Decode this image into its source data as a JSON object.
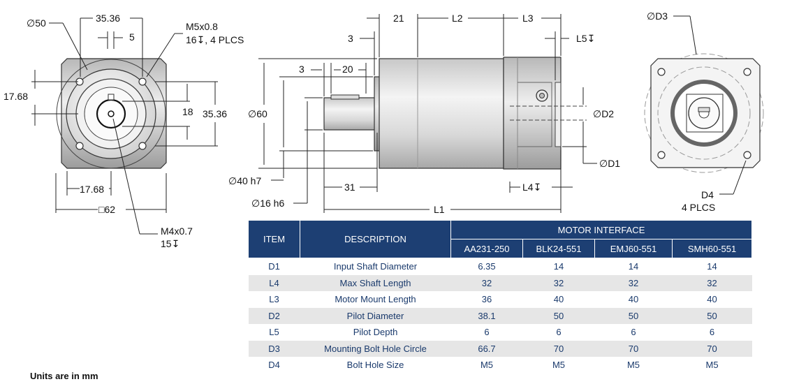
{
  "front_view": {
    "dia_label": "∅50",
    "width_label": "35.36",
    "offset_label": "5",
    "tap_label_1": "M5x0.8",
    "tap_label_2": "16↧, 4 PLCS",
    "half_label": "17.68",
    "height_label": "35.36",
    "center_label": "18",
    "bottom_half_label": "17.68",
    "square_label": "□62",
    "tap2_label_1": "M4x0.7",
    "tap2_label_2": "15↧"
  },
  "side_view": {
    "dim_21": "21",
    "dim_L2": "L2",
    "dim_L3": "L3",
    "dim_3_top": "3",
    "dim_L5": "L5↧",
    "dim_3_left": "3",
    "dim_20": "20",
    "dim_60": "∅60",
    "dim_D2": "∅D2",
    "dim_D1": "∅D1",
    "dim_40": "∅40 h7",
    "dim_31": "31",
    "dim_L4": "L4↧",
    "dim_16": "∅16 h6",
    "dim_L1": "L1"
  },
  "rear_view": {
    "dim_D3": "∅D3",
    "dim_D4": "D4",
    "dim_plcs": "4 PLCS"
  },
  "table": {
    "col_item": "ITEM",
    "col_desc": "DESCRIPTION",
    "group_header": "MOTOR INTERFACE",
    "motors": [
      "AA231-250",
      "BLK24-551",
      "EMJ60-551",
      "SMH60-551"
    ],
    "rows": [
      {
        "item": "D1",
        "desc": "Input Shaft Diameter",
        "v": [
          "6.35",
          "14",
          "14",
          "14"
        ]
      },
      {
        "item": "L4",
        "desc": "Max Shaft Length",
        "v": [
          "32",
          "32",
          "32",
          "32"
        ]
      },
      {
        "item": "L3",
        "desc": "Motor Mount Length",
        "v": [
          "36",
          "40",
          "40",
          "40"
        ]
      },
      {
        "item": "D2",
        "desc": "Pilot Diameter",
        "v": [
          "38.1",
          "50",
          "50",
          "50"
        ]
      },
      {
        "item": "L5",
        "desc": "Pilot Depth",
        "v": [
          "6",
          "6",
          "6",
          "6"
        ]
      },
      {
        "item": "D3",
        "desc": "Mounting Bolt Hole Circle",
        "v": [
          "66.7",
          "70",
          "70",
          "70"
        ]
      },
      {
        "item": "D4",
        "desc": "Bolt Hole Size",
        "v": [
          "M5",
          "M5",
          "M5",
          "M5"
        ]
      }
    ]
  },
  "units_note": "Units are in mm"
}
